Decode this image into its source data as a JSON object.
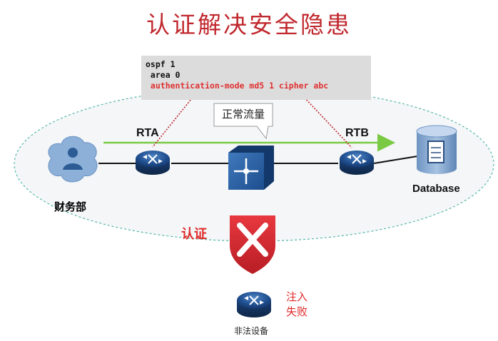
{
  "title": "认证解决安全隐患",
  "config": {
    "line1": "ospf 1",
    "line2": " area 0",
    "line3": " authentication-mode md5 1 cipher abc"
  },
  "callout": "正常流量",
  "nodes": {
    "rta": "RTA",
    "rtb": "RTB",
    "database": "Database",
    "finance": "财务部",
    "illegal": "非法设备"
  },
  "auth_label": "认证",
  "inject_line1": "注入",
  "inject_line2": "失败",
  "colors": {
    "title": "#c0282e",
    "alert": "#e02828",
    "traffic_arrow": "#7ac943",
    "router_blue": "#1f4e8f",
    "shield_red": "#d6262e"
  },
  "icons": {
    "router": "router-icon",
    "switch": "l3-switch-icon",
    "database": "database-icon",
    "user": "user-group-icon",
    "shield": "shield-x-icon"
  }
}
